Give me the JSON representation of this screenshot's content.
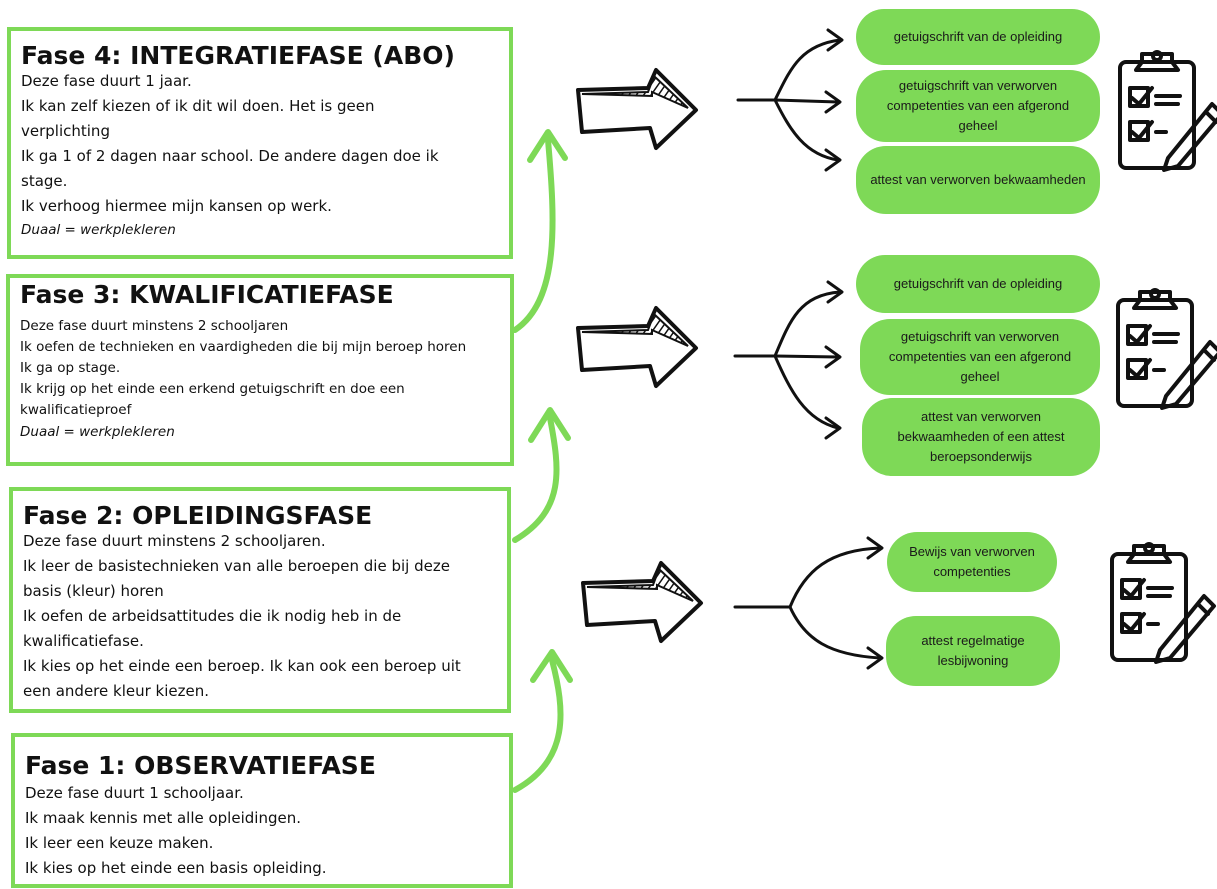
{
  "fases": {
    "fase4": {
      "title": "Fase 4: INTEGRATIEFASE (ABO)",
      "lines": [
        "Deze fase duurt 1 jaar.",
        "Ik kan zelf kiezen of ik dit wil doen. Het is geen",
        "verplichting",
        "Ik ga 1 of 2 dagen naar school. De andere dagen doe ik",
        "stage.",
        "Ik verhoog hiermee mijn kansen op werk."
      ],
      "note": "Duaal = werkplekleren"
    },
    "fase3": {
      "title": "Fase 3: KWALIFICATIEFASE",
      "lines": [
        "Deze fase duurt minstens 2 schooljaren",
        "Ik oefen de technieken en vaardigheden die bij mijn beroep horen",
        "Ik ga op stage.",
        "Ik krijg op het einde een erkend getuigschrift en doe een",
        "kwalificatieproef"
      ],
      "note": "Duaal = werkplekleren"
    },
    "fase2": {
      "title": "Fase 2: OPLEIDINGSFASE",
      "lines": [
        "Deze fase duurt minstens 2 schooljaren.",
        "Ik leer de basistechnieken van alle beroepen die bij deze",
        "basis (kleur) horen",
        "Ik oefen de arbeidsattitudes die ik nodig heb in de",
        "kwalificatiefase.",
        "Ik kies op het einde een beroep. Ik kan ook een beroep uit",
        "een andere kleur kiezen."
      ]
    },
    "fase1": {
      "title": "Fase 1: OBSERVATIEFASE",
      "lines": [
        "Deze fase duurt 1 schooljaar.",
        "Ik maak kennis met alle opleidingen.",
        "Ik leer een keuze maken.",
        "Ik kies op het einde een basis opleiding."
      ]
    }
  },
  "outcomes": {
    "fase4": [
      "getuigschrift van de opleiding",
      "getuigschrift van verworven competenties van een afgerond geheel",
      "attest van verworven bekwaamheden"
    ],
    "fase3": [
      "getuigschrift van de opleiding",
      "getuigschrift van verworven competenties van een afgerond geheel",
      "attest van verworven bekwaamheden of een attest beroepsonderwijs"
    ],
    "fase2": [
      "Bewijs van verworven competenties",
      "attest regelmatige lesbijwoning"
    ]
  },
  "icons": [
    "arrow-right-icon",
    "clipboard-checklist-icon",
    "curved-arrow-up-icon"
  ],
  "colors": {
    "accent": "#7ed957",
    "ink": "#111111"
  }
}
